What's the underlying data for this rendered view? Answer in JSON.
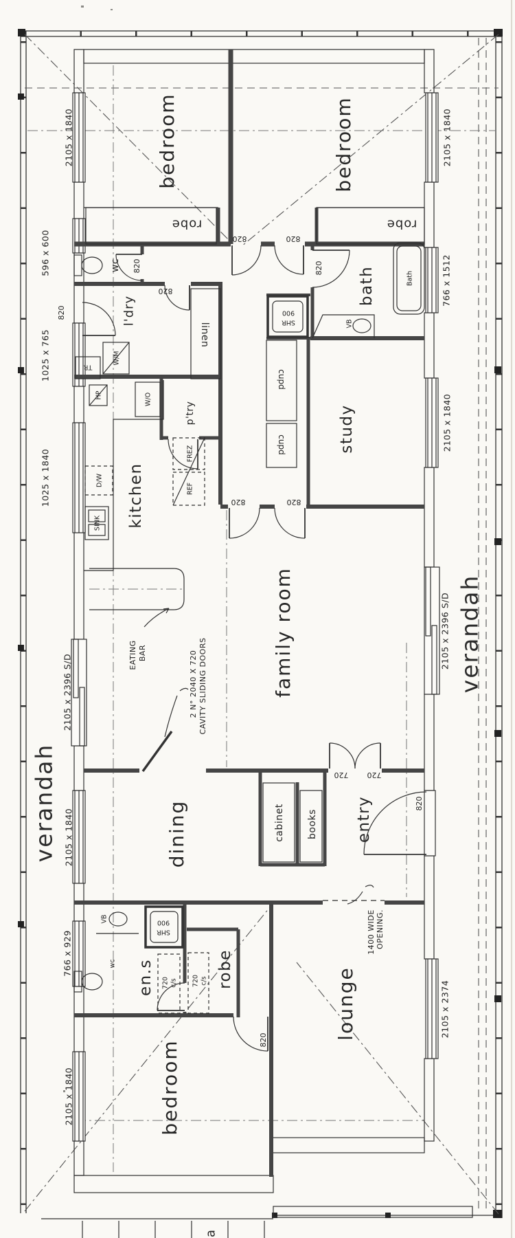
{
  "page": {
    "background": "#faf9f5",
    "ink": "#2a2a2a"
  },
  "rooms": {
    "bedroom": "bedroom",
    "wc": "wc",
    "laundry": "l'dry",
    "bath": "bath",
    "study": "study",
    "kitchen": "kitchen",
    "pantry": "p'try",
    "family_room": "family room",
    "dining": "dining",
    "entry": "entry",
    "ensuite": "en.s",
    "lounge": "lounge",
    "robe": "robe",
    "linen": "linen",
    "cupboard": "cupd",
    "cabinet": "cabinet",
    "books": "books",
    "verandah": "verandah"
  },
  "fixtures": {
    "bath_tub": "Bath",
    "vanity_basin": "VB",
    "shower_line1": "900",
    "shower_line2": "SHR",
    "washing_machine": "W/M",
    "trough": "TR",
    "hot_plate": "HP",
    "wall_oven": "W/O",
    "sink": "SINK",
    "dishwasher": "D/W",
    "fridge": "REF",
    "freezer": "FREZ",
    "shelf_line1": "720",
    "shelf_line2": "c/s"
  },
  "dimensions": {
    "w2105x1840": "2105 x 1840",
    "w596x600": "596 x 600",
    "w1025x765": "1025 x 765",
    "w1025x1840": "1025 x 1840",
    "sld2105x2396": "2105 x 2396 S/D",
    "w766x929": "766 x 929",
    "w766x1512": "766 x 1512",
    "w2105x2374": "2105 x 2374"
  },
  "doors": {
    "d820": "820",
    "d720": "720"
  },
  "annotations": {
    "eating_bar_line1": "EATING",
    "eating_bar_line2": "BAR",
    "cavity_line1": "2 N° 2040 X 720",
    "cavity_line2": "CAVITY SLIDING DOORS",
    "opening_line1": "1400 WIDE",
    "opening_line2": "OPENING.",
    "partial_text": "la"
  }
}
